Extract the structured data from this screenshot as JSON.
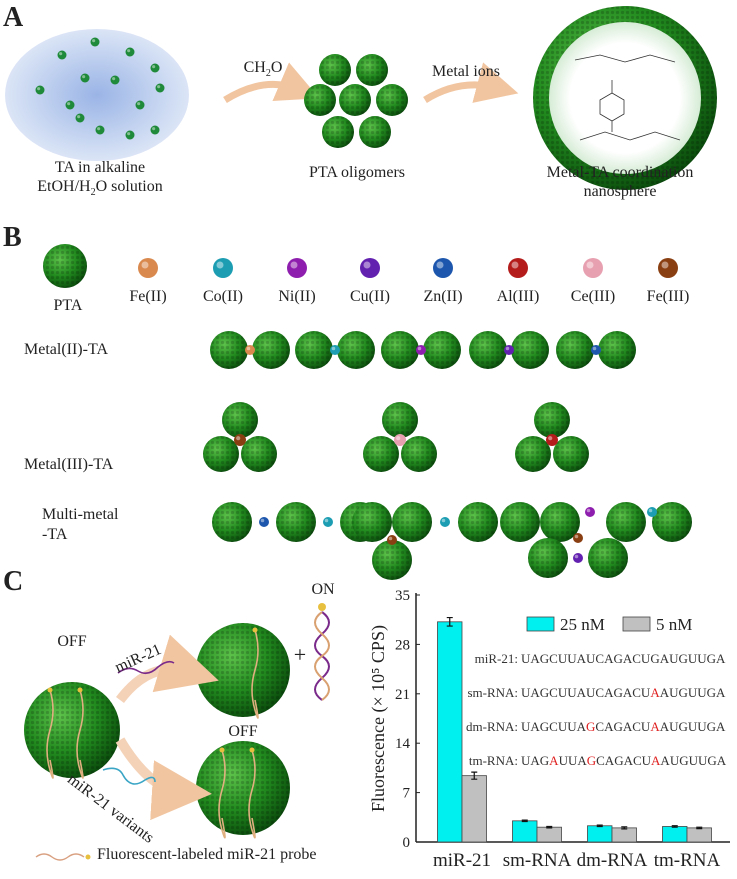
{
  "panels": {
    "a": "A",
    "b": "B",
    "c": "C"
  },
  "panel_a": {
    "solution_label_1": "TA in alkaline",
    "solution_label_2a": "EtOH/H",
    "solution_label_2b": "2",
    "solution_label_2c": "O solution",
    "step1_a": "CH",
    "step1_b": "2",
    "step1_c": "O",
    "oligomer_label": "PTA oligomers",
    "step2": "Metal ions",
    "product_label_1": "Metal-TA coordination",
    "product_label_2": "nanosphere"
  },
  "panel_b": {
    "pta_label": "PTA",
    "metals": [
      {
        "label": "Fe(II)",
        "color": "#d9894e"
      },
      {
        "label": "Co(II)",
        "color": "#1c9db2"
      },
      {
        "label": "Ni(II)",
        "color": "#8e1fae"
      },
      {
        "label": "Cu(II)",
        "color": "#6321b0"
      },
      {
        "label": "Zn(II)",
        "color": "#1d57ad"
      },
      {
        "label": "Al(III)",
        "color": "#b41c1c"
      },
      {
        "label": "Ce(III)",
        "color": "#e7a0b0"
      },
      {
        "label": "Fe(III)",
        "color": "#8a3f12"
      }
    ],
    "row_metal2": "Metal(II)-TA",
    "row_metal3": "Metal(III)-TA",
    "row_multi_1": "Multi-metal",
    "row_multi_2": "-TA"
  },
  "panel_c": {
    "off_1": "OFF",
    "off_2": "OFF",
    "on": "ON",
    "target": "miR-21",
    "variants": "miR-21 variants",
    "plus": "+",
    "probe_legend": "Fluorescent-labeled miR-21 probe"
  },
  "chart_data": {
    "type": "bar",
    "ylabel": "Fluorescence (× 10⁵ CPS)",
    "ylim": [
      0,
      35
    ],
    "yticks": [
      0,
      7,
      14,
      21,
      28,
      35
    ],
    "categories": [
      "miR-21",
      "sm-RNA",
      "dm-RNA",
      "tm-RNA"
    ],
    "series": [
      {
        "name": "25 nM",
        "color": "#00f0f0",
        "values": [
          31.2,
          3.0,
          2.3,
          2.2
        ],
        "errors": [
          0.6,
          0.1,
          0.1,
          0.1
        ]
      },
      {
        "name": "5 nM",
        "color": "#c0c0c0",
        "values": [
          9.4,
          2.1,
          2.0,
          2.0
        ],
        "errors": [
          0.5,
          0.1,
          0.15,
          0.1
        ]
      }
    ],
    "legend_position": "top-right",
    "sequences": [
      {
        "name": "miR-21:",
        "seq": "UAGCUUAUCAGACUGAUGUUGA",
        "mismatches": []
      },
      {
        "name": "sm-RNA:",
        "seq": "UAGCUUAUCAGACUAAUGUUGA",
        "mismatches": [
          14
        ]
      },
      {
        "name": "dm-RNA:",
        "seq": "UAGCUUAGCAGACUAAUGUUGA",
        "mismatches": [
          7,
          14
        ]
      },
      {
        "name": "tm-RNA:",
        "seq": "UAGAUUAGCAGACUAAUGUUGA",
        "mismatches": [
          3,
          7,
          14
        ]
      }
    ],
    "mismatch_color": "#e02020"
  }
}
